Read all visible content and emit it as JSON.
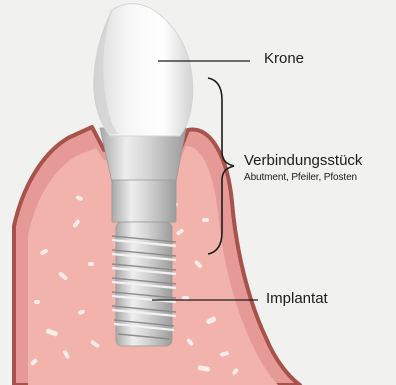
{
  "labels": {
    "crown": "Krone",
    "connector": "Verbindungsstück",
    "connector_sub": "Abutment, Pfeiler, Pfosten",
    "implant": "Implantat"
  },
  "colors": {
    "background": "#f1f1ef",
    "gum_outer": "#e69a98",
    "gum_inner": "#f2b3ac",
    "gum_edge": "#a8524c",
    "bone": "#f4bcb5",
    "crown": "#f4f4f4",
    "metal": "#d3d3d3",
    "leader_line": "#1c1c1c"
  }
}
